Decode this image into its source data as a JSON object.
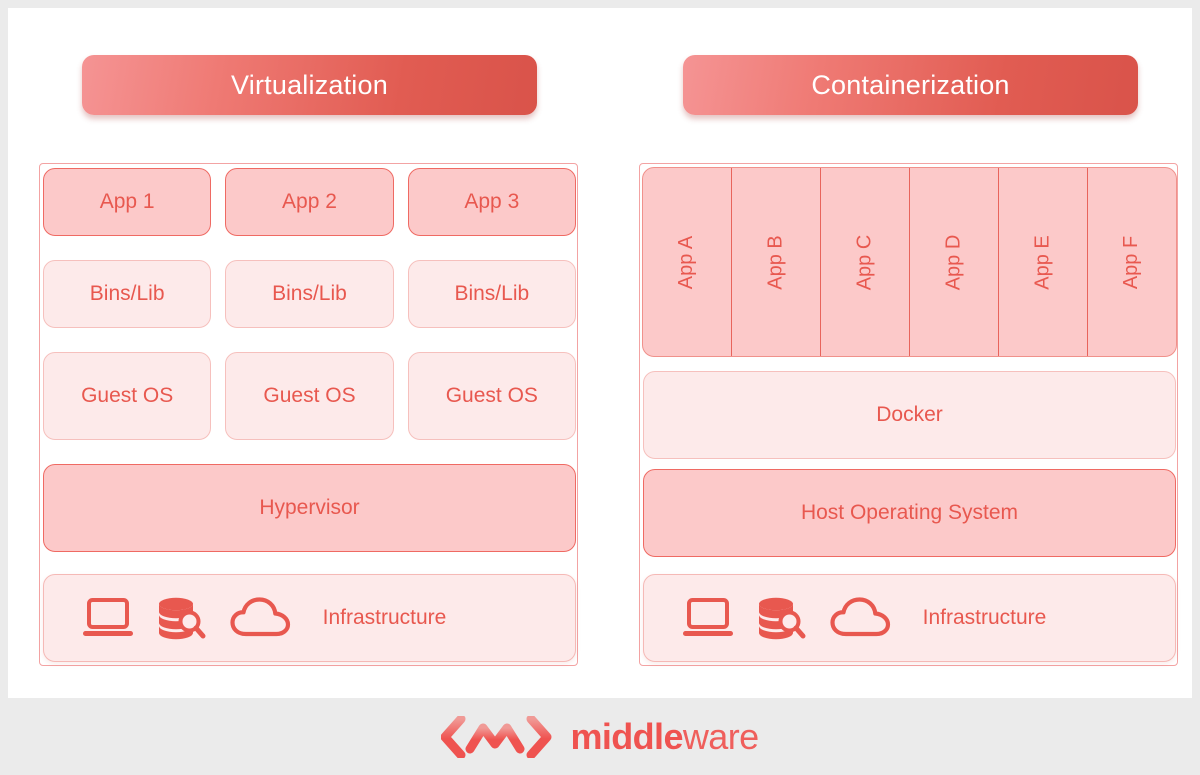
{
  "theme": {
    "page_bg": "#ebebeb",
    "card_bg": "#ffffff",
    "accent_red": "#e8584f",
    "banner_gradient_from": "#f59494",
    "banner_gradient_to": "#d9534a",
    "fill_dark": "#fcc9c9",
    "fill_light": "#fdeaea",
    "border_strong": "#ef6a63",
    "border_soft": "#f6c0bd"
  },
  "diagram": {
    "type": "comparison-diagram",
    "panels": [
      {
        "id": "virtualization",
        "title": "Virtualization",
        "layers": [
          {
            "name": "apps",
            "items": [
              "App 1",
              "App 2",
              "App 3"
            ]
          },
          {
            "name": "bins",
            "items": [
              "Bins/Lib",
              "Bins/Lib",
              "Bins/Lib"
            ]
          },
          {
            "name": "guest_os",
            "items": [
              "Guest OS",
              "Guest OS",
              "Guest OS"
            ]
          },
          {
            "name": "hypervisor",
            "label": "Hypervisor"
          },
          {
            "name": "infrastructure",
            "label": "Infrastructure"
          }
        ]
      },
      {
        "id": "containerization",
        "title": "Containerization",
        "layers": [
          {
            "name": "apps",
            "items": [
              "App A",
              "App B",
              "App C",
              "App D",
              "App E",
              "App F"
            ]
          },
          {
            "name": "docker",
            "label": "Docker"
          },
          {
            "name": "host_os",
            "label": "Host Operating System"
          },
          {
            "name": "infrastructure",
            "label": "Infrastructure"
          }
        ]
      }
    ],
    "infrastructure_icons": [
      "laptop-icon",
      "database-search-icon",
      "cloud-icon"
    ]
  },
  "left": {
    "title": "Virtualization",
    "apps": {
      "a": "App 1",
      "b": "App 2",
      "c": "App 3"
    },
    "bins": {
      "a": "Bins/Lib",
      "b": "Bins/Lib",
      "c": "Bins/Lib"
    },
    "guestos": {
      "a": "Guest OS",
      "b": "Guest OS",
      "c": "Guest OS"
    },
    "hypervisor": "Hypervisor",
    "infrastructure": "Infrastructure"
  },
  "right": {
    "title": "Containerization",
    "apps": {
      "a": "App A",
      "b": "App B",
      "c": "App C",
      "d": "App D",
      "e": "App E",
      "f": "App F"
    },
    "docker": "Docker",
    "host_os": "Host Operating System",
    "infrastructure": "Infrastructure"
  },
  "footer": {
    "logo_mark": "chevron-wave-mark",
    "brand_bold": "middle",
    "brand_light": "ware"
  }
}
